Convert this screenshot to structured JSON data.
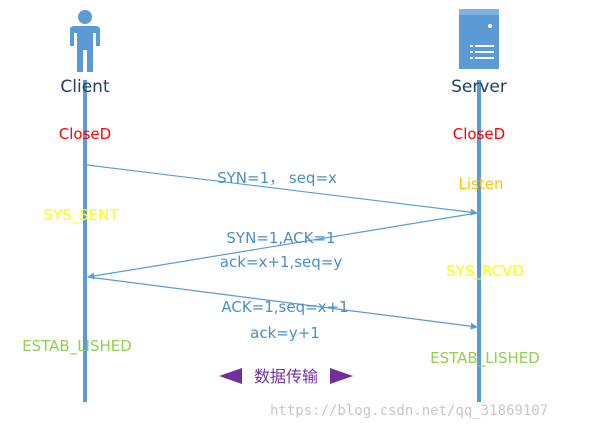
{
  "participants": {
    "client": {
      "label": "Client",
      "icon": "person-icon"
    },
    "server": {
      "label": "Server",
      "icon": "server-icon"
    }
  },
  "states": {
    "client_closed": "CloseD",
    "server_closed": "CloseD",
    "server_listen": "Listen",
    "client_syn_sent": "SYS_SENT",
    "server_syn_rcvd": "SYS_RCVD",
    "client_established": "ESTAB_LISHED",
    "server_established": "ESTAB_LISHED"
  },
  "messages": {
    "syn": "SYN=1， seq=x",
    "synack_line1": "SYN=1,ACK=1",
    "synack_line2": "ack=x+1,seq=y",
    "ack_line1": "ACK=1,seq=x+1",
    "ack_line2": "ack=y+1"
  },
  "data_transfer": "数据传输",
  "watermark": "https://blog.csdn.net/qq_31869107",
  "colors": {
    "lifeline": "#5B9BD5",
    "arrow": "#5B9BD5",
    "message_text": "#4A8FC9",
    "participant_text": "#1F3F66",
    "closed": "#FF0000",
    "listen": "#FFC000",
    "syn_state": "#FFFF00",
    "established": "#92D050",
    "data_arrow": "#7030A0",
    "watermark": "#C8C8C8"
  }
}
